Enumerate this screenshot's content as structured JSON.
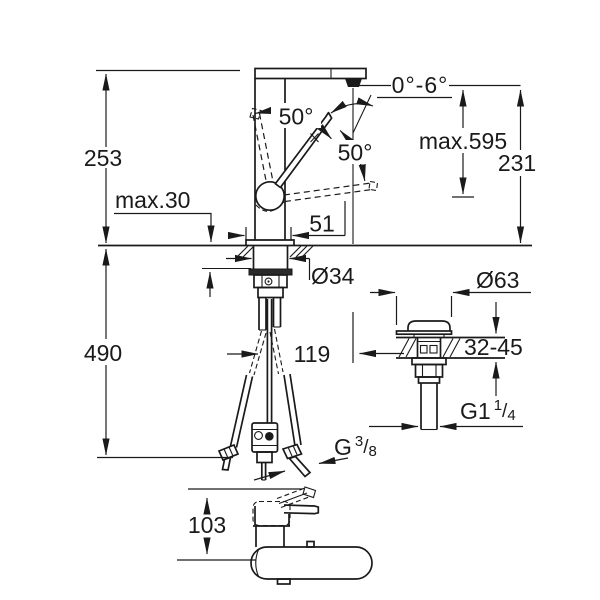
{
  "drawing": {
    "type": "technical-dimension-diagram",
    "subject": "single-lever basin mixer with pull-out hoses and pop-up waste, installation dimensions",
    "units": "mm",
    "colors": {
      "line": "#1a1a1a",
      "background": "#ffffff"
    },
    "labels": {
      "height_above_deck": "253",
      "deck_thickness": "max.30",
      "base_width": "51",
      "lever_angle_up": "50°",
      "lever_angle_down": "50°",
      "spout_tilt_range": "0°-6°",
      "max_height": "max.595",
      "spout_height": "231",
      "shank_diameter": "Ø34",
      "below_deck_length": "490",
      "hose_offset": "119",
      "side_view_height": "103",
      "waste_flange_diameter": "Ø63",
      "waste_deck_thickness_range": "32-45",
      "supply_thread": {
        "base": "G",
        "num": "3",
        "slash": "/",
        "den": "8"
      },
      "waste_thread": {
        "base": "G1",
        "num": "1",
        "slash": "/",
        "den": "4"
      }
    }
  }
}
